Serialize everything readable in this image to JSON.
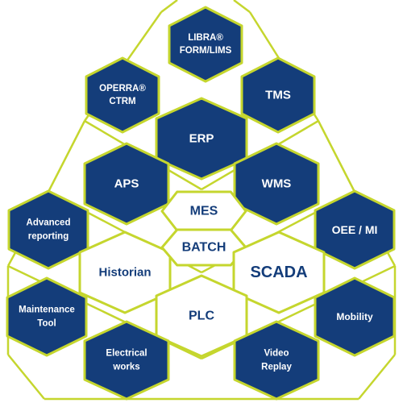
{
  "colors": {
    "navy": "#143d7a",
    "lime": "#c5d62e",
    "white": "#ffffff"
  },
  "hexagons": [
    {
      "id": "libra",
      "lines": [
        "LIBRA®",
        "FORM/LIMS"
      ],
      "style": "dark"
    },
    {
      "id": "operra",
      "lines": [
        "OPERRA®",
        "CTRM"
      ],
      "style": "dark"
    },
    {
      "id": "tms",
      "lines": [
        "TMS"
      ],
      "style": "dark"
    },
    {
      "id": "erp",
      "lines": [
        "ERP"
      ],
      "style": "dark"
    },
    {
      "id": "aps",
      "lines": [
        "APS"
      ],
      "style": "dark"
    },
    {
      "id": "wms",
      "lines": [
        "WMS"
      ],
      "style": "dark"
    },
    {
      "id": "advanced-reporting",
      "lines": [
        "Advanced",
        "reporting"
      ],
      "style": "dark"
    },
    {
      "id": "mes",
      "lines": [
        "MES"
      ],
      "style": "light"
    },
    {
      "id": "oee-mi",
      "lines": [
        "OEE / MI"
      ],
      "style": "dark"
    },
    {
      "id": "historian",
      "lines": [
        "Historian"
      ],
      "style": "light"
    },
    {
      "id": "batch",
      "lines": [
        "BATCH"
      ],
      "style": "light"
    },
    {
      "id": "scada",
      "lines": [
        "SCADA"
      ],
      "style": "light"
    },
    {
      "id": "maintenance-tool",
      "lines": [
        "Maintenance",
        "Tool"
      ],
      "style": "dark"
    },
    {
      "id": "plc",
      "lines": [
        "PLC"
      ],
      "style": "light"
    },
    {
      "id": "mobility",
      "lines": [
        "Mobility"
      ],
      "style": "dark"
    },
    {
      "id": "electrical-works",
      "lines": [
        "Electrical",
        "works"
      ],
      "style": "dark"
    },
    {
      "id": "video-replay",
      "lines": [
        "Video",
        "Replay"
      ],
      "style": "dark"
    }
  ]
}
